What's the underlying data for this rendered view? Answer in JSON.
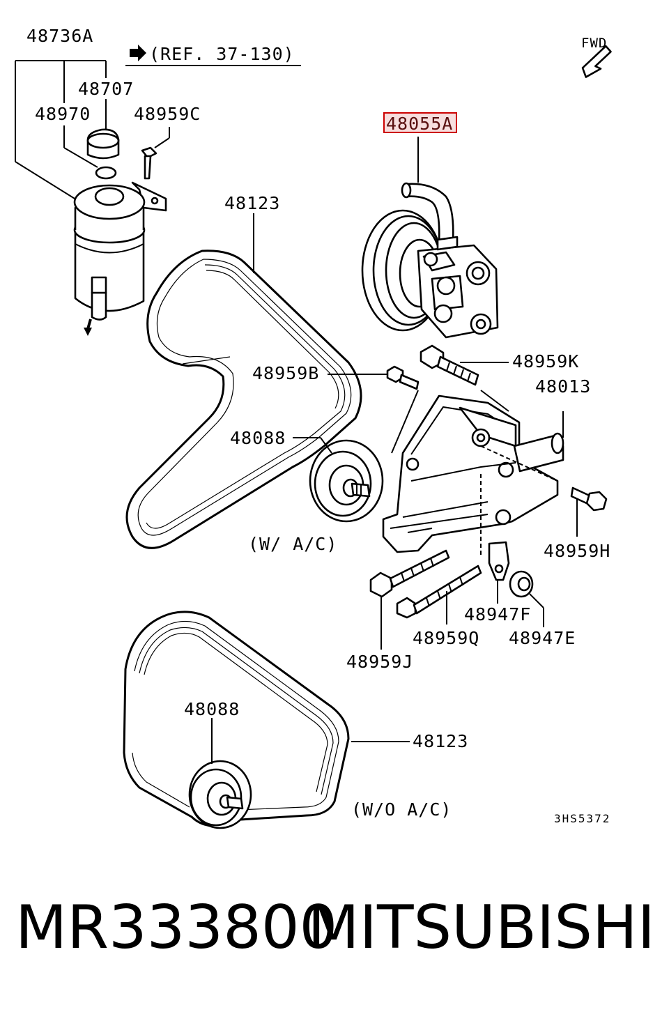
{
  "diagram": {
    "direction_label": "FWD",
    "reference_note": "(REF. 37-130)",
    "drawing_code": "3HS5372",
    "highlighted_part": "48055A",
    "variant_labels": {
      "with_ac": "(W/ A/C)",
      "without_ac": "(W/O A/C)"
    },
    "callouts": {
      "reservoir": "48736A",
      "reservoir_cap": "48707",
      "o_ring": "48970",
      "reservoir_bolt": "48959C",
      "belt_upper": "48123",
      "pump": "48055A",
      "bolt_k": "48959K",
      "bolt_b": "48959B",
      "bracket": "48013",
      "idler_upper": "48088",
      "bolt_h": "48959H",
      "clamp_f": "48947F",
      "nut_e": "48947E",
      "bolt_q": "48959Q",
      "bolt_j": "48959J",
      "idler_lower": "48088",
      "belt_lower": "48123"
    },
    "colors": {
      "highlight": "#cc0000",
      "highlight_fill": "#f7dede",
      "line": "#000000"
    }
  },
  "footer": {
    "part_number": "MR333800",
    "brand": "MITSUBISHI"
  }
}
